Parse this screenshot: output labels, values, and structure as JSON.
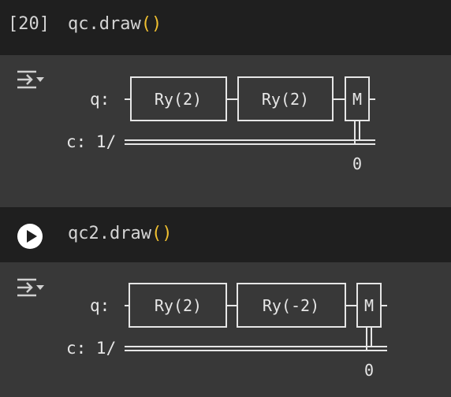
{
  "cells": [
    {
      "execution_count": "[20]",
      "code_prefix": "qc.draw",
      "code_parens": "()",
      "output": {
        "qubit_label": "q:",
        "classical_label": "c: 1/",
        "gates": [
          "Ry(2)",
          "Ry(2)",
          "M"
        ],
        "measure_index": "0"
      }
    },
    {
      "run_button": "play-icon",
      "code_prefix": "qc2.draw",
      "code_parens": "()",
      "output": {
        "qubit_label": "q:",
        "classical_label": "c: 1/",
        "gates": [
          "Ry(2)",
          "Ry(-2)",
          "M"
        ],
        "measure_index": "0"
      }
    }
  ],
  "colors": {
    "background": "#383838",
    "cell_input_bg": "#1f1f1f",
    "paren": "#f0c030",
    "text": "#e6e6e6"
  }
}
